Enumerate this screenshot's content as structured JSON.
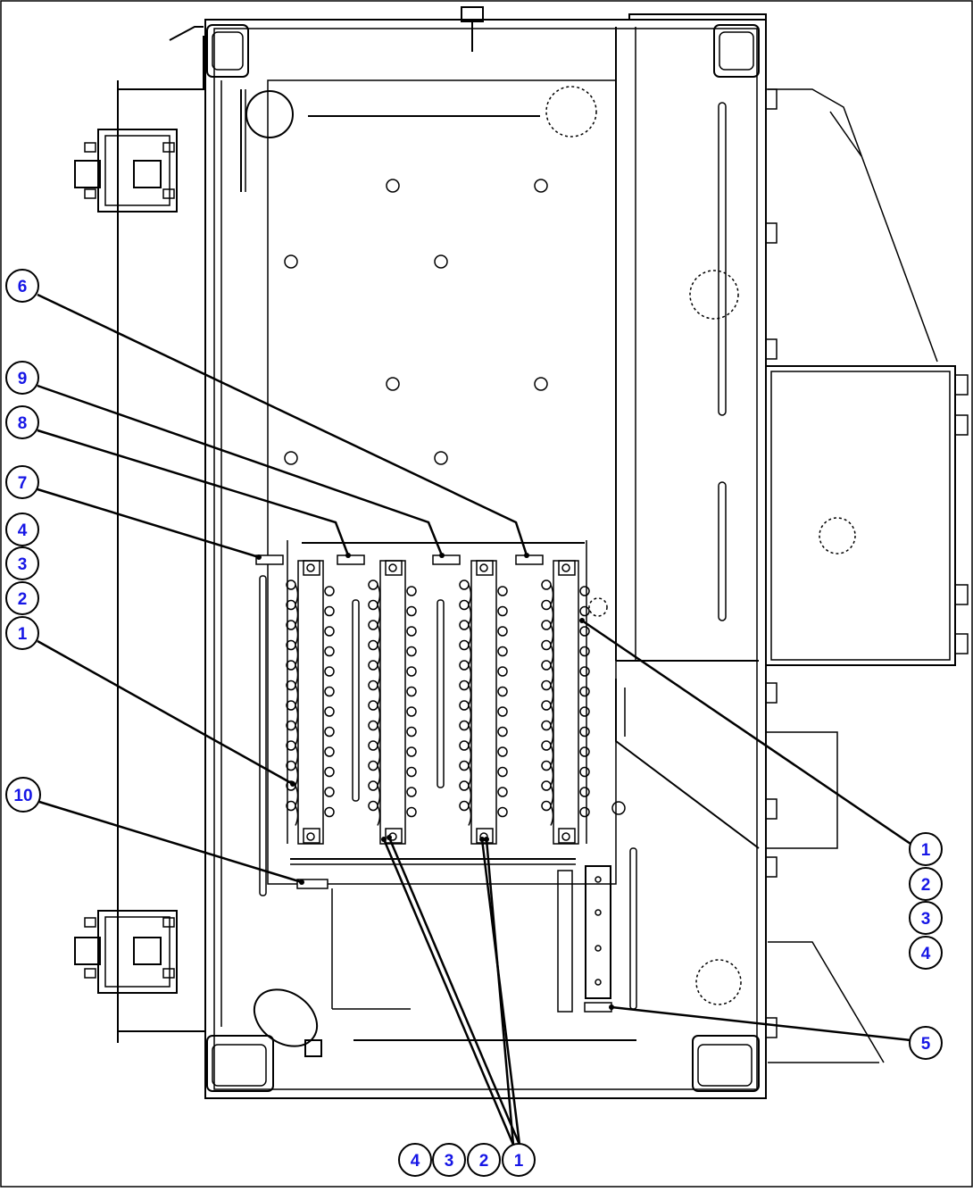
{
  "callouts": [
    {
      "id": "c6",
      "text": "6"
    },
    {
      "id": "c9",
      "text": "9"
    },
    {
      "id": "c8",
      "text": "8"
    },
    {
      "id": "c7",
      "text": "7"
    },
    {
      "id": "c4a",
      "text": "4"
    },
    {
      "id": "c3a",
      "text": "3"
    },
    {
      "id": "c2a",
      "text": "2"
    },
    {
      "id": "c1a",
      "text": "1"
    },
    {
      "id": "c10",
      "text": "10"
    },
    {
      "id": "c1b",
      "text": "1"
    },
    {
      "id": "c2b",
      "text": "2"
    },
    {
      "id": "c3b",
      "text": "3"
    },
    {
      "id": "c4b",
      "text": "4"
    },
    {
      "id": "c5",
      "text": "5"
    },
    {
      "id": "c4c",
      "text": "4"
    },
    {
      "id": "c3c",
      "text": "3"
    },
    {
      "id": "c2c",
      "text": "2"
    },
    {
      "id": "c1c",
      "text": "1"
    }
  ],
  "colors": {
    "callout_text": "#1616e6",
    "line": "#000000",
    "background": "#ffffff"
  }
}
